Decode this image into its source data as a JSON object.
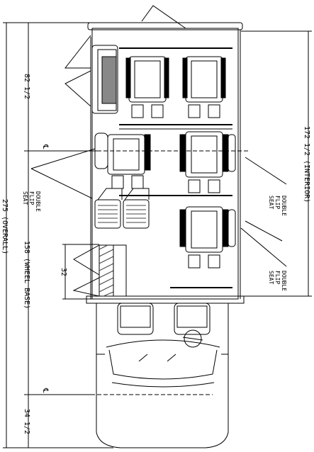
{
  "dimensions": {
    "overall": "275 (OVERALL)",
    "wheel_base": "158 (WHEEL BASE)",
    "front_section": "82 1/2",
    "door_width": "32",
    "rear_overhang": "34 1/2",
    "interior": "172 1/2 (INTERIOR)"
  },
  "callouts": {
    "left_seat_note": [
      "DOUBLE",
      "FLIP",
      "SEAT"
    ],
    "right_seat_note_upper": [
      "DOUBLE",
      "FLIP",
      "SEAT"
    ],
    "right_seat_note_lower": [
      "DOUBLE",
      "FLIP",
      "SEAT"
    ]
  },
  "centerline_symbol": "℄"
}
